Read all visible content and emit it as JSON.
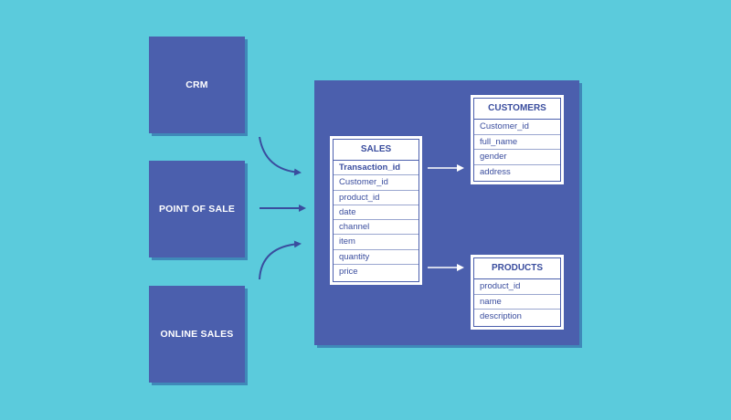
{
  "sources": [
    {
      "id": "crm",
      "label": "CRM"
    },
    {
      "id": "pos",
      "label": "POINT OF SALE"
    },
    {
      "id": "online",
      "label": "ONLINE SALES"
    }
  ],
  "tables": {
    "sales": {
      "title": "SALES",
      "fields": [
        "Transaction_id",
        "Customer_id",
        "product_id",
        "date",
        "channel",
        "item",
        "quantity",
        "price"
      ]
    },
    "customers": {
      "title": "CUSTOMERS",
      "fields": [
        "Customer_id",
        "full_name",
        "gender",
        "address"
      ]
    },
    "products": {
      "title": "PRODUCTS",
      "fields": [
        "product_id",
        "name",
        "description"
      ]
    }
  },
  "colors": {
    "background": "#5bcbdc",
    "box": "#4b5fad",
    "text": "#3a4d9e",
    "arrow_dark": "#3a4d9e",
    "arrow_light": "#ffffff"
  }
}
